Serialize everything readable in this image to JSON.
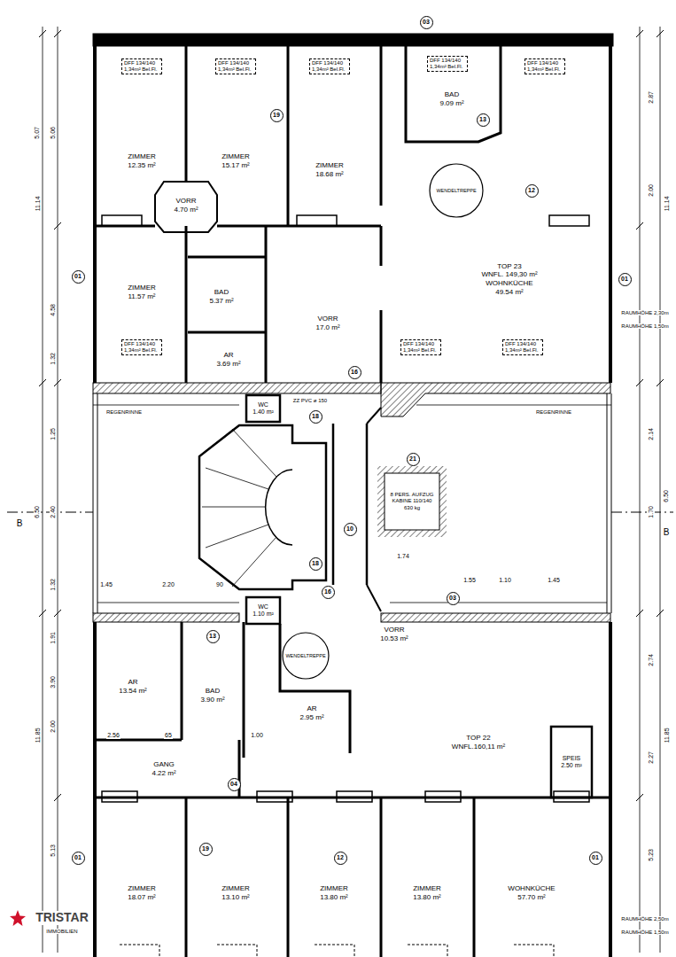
{
  "diagram": {
    "nodes": [
      {
        "text": [
          "ZIMMER",
          "12.35 m²"
        ]
      },
      {
        "text": [
          "ZIMMER",
          "15.17 m²"
        ]
      },
      {
        "text": [
          "ZIMMER",
          "18.68 m²"
        ]
      },
      {
        "text": [
          "BAD",
          "9.09 m²"
        ]
      },
      {
        "text": [
          "VORR",
          "4.70 m²"
        ]
      },
      {
        "text": [
          "ZIMMER",
          "11.57 m²"
        ]
      },
      {
        "text": [
          "BAD",
          "5.37 m²"
        ]
      },
      {
        "text": [
          "AR",
          "3.69 m²"
        ]
      },
      {
        "text": [
          "VORR",
          "17.0 m²"
        ]
      },
      {
        "text": [
          "TOP 23",
          "WNFL. 149,30 m²",
          "WOHNKÜCHE",
          "49.54 m²"
        ]
      },
      {
        "text": [
          "WC",
          "1.40 m²"
        ]
      },
      {
        "text": [
          "8 PERS. AUFZUG KABINE 110/140",
          "630 kg"
        ]
      },
      {
        "text": [
          "WC",
          "1.10 m²"
        ]
      },
      {
        "text": [
          "VORR",
          "10.53 m²"
        ]
      },
      {
        "text": [
          "AR",
          "13.54 m²"
        ]
      },
      {
        "text": [
          "BAD",
          "3.90 m²"
        ]
      },
      {
        "text": [
          "AR",
          "2.95 m²"
        ]
      },
      {
        "text": [
          "GANG",
          "4.22 m²"
        ]
      },
      {
        "text": [
          "TOP 22",
          "WNFL.160,11 m²"
        ]
      },
      {
        "text": [
          "SPEIS",
          "2.50 m²"
        ]
      },
      {
        "text": [
          "ZIMMER",
          "18.07 m²"
        ]
      },
      {
        "text": [
          "ZIMMER",
          "13.10 m²"
        ]
      },
      {
        "text": [
          "ZIMMER",
          "13.80 m²"
        ]
      },
      {
        "text": [
          "ZIMMER",
          "13.80 m²"
        ]
      },
      {
        "text": [
          "WOHNKÜCHE",
          "57.70 m²"
        ]
      }
    ],
    "labels": [
      "03",
      "19",
      "13",
      "12",
      "01",
      "01",
      "16",
      "18",
      "21",
      "10",
      "18",
      "16",
      "03",
      "13",
      "04",
      "01",
      "19",
      "12",
      "01",
      "DFF 134/140 1,34m² Bel.Fl.",
      "DFF 134/140 1,34m² Bel.Fl.",
      "DFF 134/140 1,34m² Bel.Fl.",
      "DFF 134/140 1,34m² Bel.Fl.",
      "DFF 134/140 1,34m² Bel.Fl.",
      "DFF 134/140 1,34m² Bel.Fl.",
      "DFF 134/140 1,34m² Bel.Fl.",
      "DFF 134/140 1,34m² Bel.Fl.",
      "5.07",
      "11.14",
      "6.50",
      "11.85",
      "5.06",
      "4.58",
      "1.32",
      "1.25",
      "2.40",
      "1.32",
      "1.91",
      "3.90",
      "2.00",
      "5.13",
      "2.87",
      "2.00",
      "2.14",
      "1.70",
      "2.74",
      "2.27",
      "5.23",
      "11.14",
      "6.50",
      "11.85",
      "1.45",
      "2.20",
      "90",
      "1.74",
      "1.55",
      "1.10",
      "1.45",
      "2.56",
      "65",
      "1.00",
      "RAUMHÖHE 2,30m",
      "RAUMHÖHE 1,50m",
      "RAUMHÖHE 2,50m",
      "RAUMHÖHE 1,50m",
      "REGENRINNE",
      "REGENRINNE",
      "B",
      "B",
      "WENDELTREPPE",
      "WENDELTREPPE",
      "TRISTAR",
      "IMMOBILIEN",
      "ZZ PVC ø 150"
    ]
  }
}
